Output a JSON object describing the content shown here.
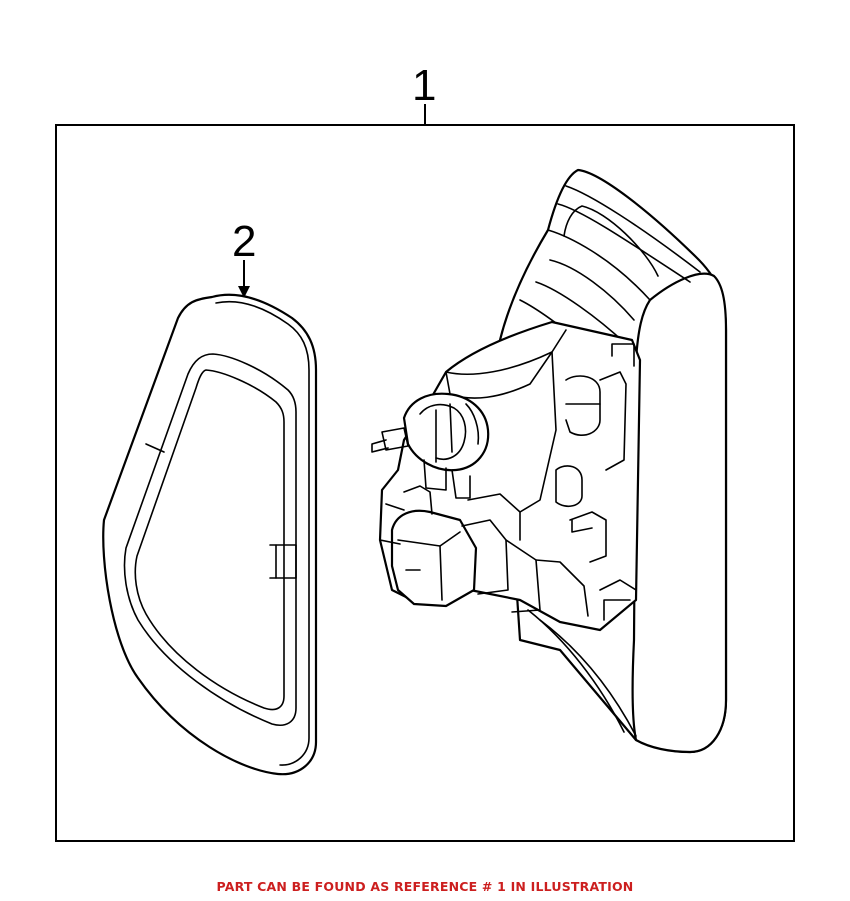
{
  "callouts": {
    "assembly_number": "1",
    "gasket_number": "2"
  },
  "footer": {
    "note": "PART CAN BE FOUND AS REFERENCE # 1 IN ILLUSTRATION",
    "color": "#cc1f1f"
  }
}
